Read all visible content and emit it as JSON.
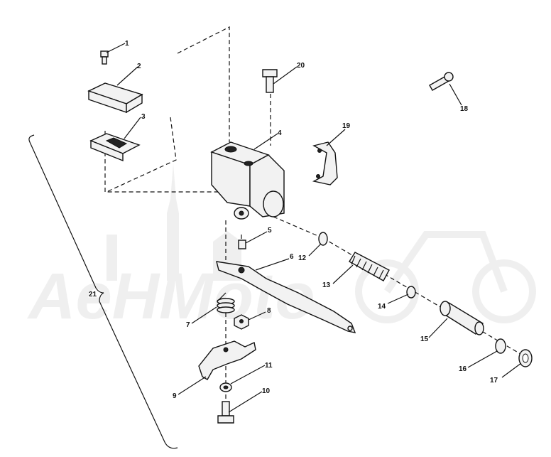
{
  "watermark": {
    "text": "AeHMoto"
  },
  "callouts": [
    {
      "id": "1",
      "text": "1"
    },
    {
      "id": "2",
      "text": "2"
    },
    {
      "id": "3",
      "text": "3"
    },
    {
      "id": "4",
      "text": "4"
    },
    {
      "id": "5",
      "text": "5"
    },
    {
      "id": "6",
      "text": "6"
    },
    {
      "id": "7",
      "text": "7"
    },
    {
      "id": "8",
      "text": "8"
    },
    {
      "id": "9",
      "text": "9"
    },
    {
      "id": "10",
      "text": "10"
    },
    {
      "id": "11",
      "text": "11"
    },
    {
      "id": "12",
      "text": "12"
    },
    {
      "id": "13",
      "text": "13"
    },
    {
      "id": "14",
      "text": "14"
    },
    {
      "id": "15",
      "text": "15"
    },
    {
      "id": "16",
      "text": "16"
    },
    {
      "id": "17",
      "text": "17"
    },
    {
      "id": "18",
      "text": "18"
    },
    {
      "id": "19",
      "text": "19"
    },
    {
      "id": "20",
      "text": "20"
    },
    {
      "id": "21",
      "text": "21"
    }
  ]
}
